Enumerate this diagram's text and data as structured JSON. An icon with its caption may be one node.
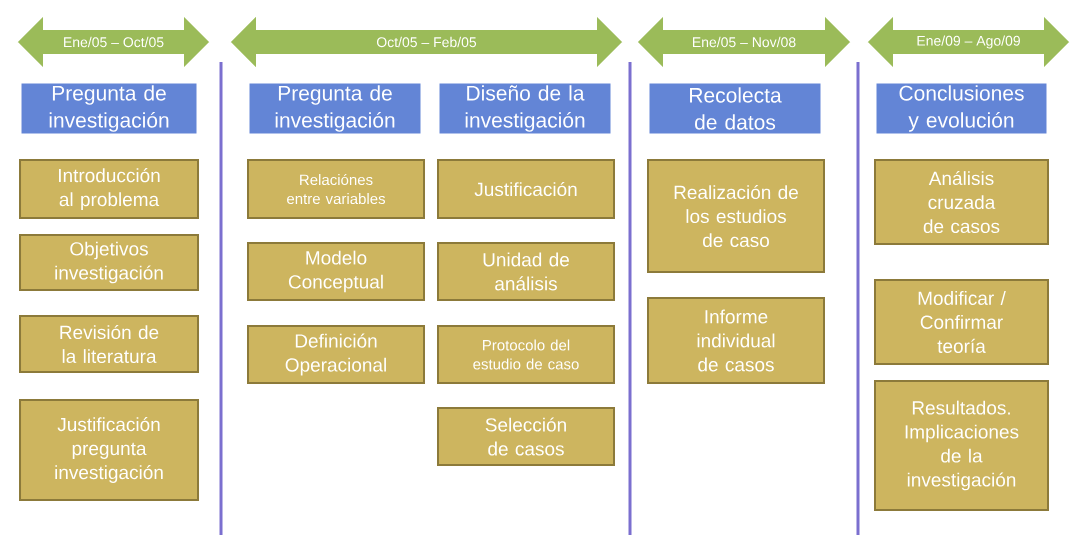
{
  "diagram": {
    "nodes": [
      {
        "text": [
          "Ene/05 – Oct/05"
        ]
      },
      {
        "text": [
          "Pregunta de investigación"
        ]
      },
      {
        "text": [
          "Introducción al problema"
        ]
      },
      {
        "text": [
          "Objetivos investigación"
        ]
      },
      {
        "text": [
          "Revisión de la literatura"
        ]
      },
      {
        "text": [
          "Justificación pregunta investigación"
        ]
      },
      {
        "text": [
          "Oct/05 – Feb/05"
        ]
      },
      {
        "text": [
          "Pregunta de investigación"
        ]
      },
      {
        "text": [
          "Diseño de la investigación"
        ]
      },
      {
        "text": [
          "Relaciónes entre variables"
        ]
      },
      {
        "text": [
          "Modelo Conceptual"
        ]
      },
      {
        "text": [
          "Definición Operacional"
        ]
      },
      {
        "text": [
          "Justificación"
        ]
      },
      {
        "text": [
          "Unidad de análisis"
        ]
      },
      {
        "text": [
          "Protocolo del estudio de caso"
        ]
      },
      {
        "text": [
          "Selección de casos"
        ]
      },
      {
        "text": [
          "Ene/05 – Nov/08"
        ]
      },
      {
        "text": [
          "Recolecta de datos"
        ]
      },
      {
        "text": [
          "Realización de los estudios de caso"
        ]
      },
      {
        "text": [
          "Informe individual de casos"
        ]
      },
      {
        "text": [
          "Ene/09 – Ago/09"
        ]
      },
      {
        "text": [
          "Conclusiones y evolución"
        ]
      },
      {
        "text": [
          "Análisis cruzada de casos"
        ]
      },
      {
        "text": [
          "Modificar / Confirmar teoría"
        ]
      },
      {
        "text": [
          "Resultados. Implicaciones de la investigación"
        ]
      }
    ]
  }
}
